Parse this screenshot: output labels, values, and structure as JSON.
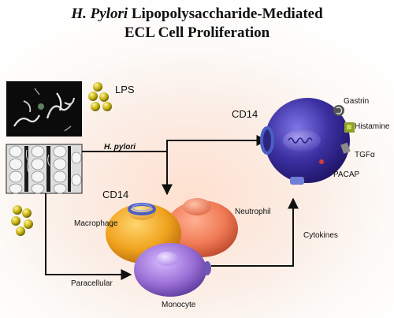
{
  "title": {
    "species": "H. Pylori",
    "line1_rest": "Lipopolysaccharide-Mediated",
    "line2": "ECL Cell Proliferation"
  },
  "labels": {
    "lps": "LPS",
    "h_pylori": "H. pylori",
    "cd14_ecl": "CD14",
    "cd14_macrophage": "CD14",
    "gastrin": "Gastrin",
    "histamine": "Histamine",
    "tgfa": "TGFα",
    "pacap": "PACAP",
    "macrophage": "Macrophage",
    "neutrophil": "Neutrophil",
    "monocyte": "Monocyte",
    "cytokines": "Cytokines",
    "paracellular": "Paracellular"
  },
  "colors": {
    "ecl_cell": "#3b2fa0",
    "macrophage": "#f0a21e",
    "neutrophil": "#f07a55",
    "monocyte": "#9a6fd6",
    "receptor_ring": "#4a5fc0",
    "lps_particle": "#c8b412",
    "arrow": "#111111"
  }
}
